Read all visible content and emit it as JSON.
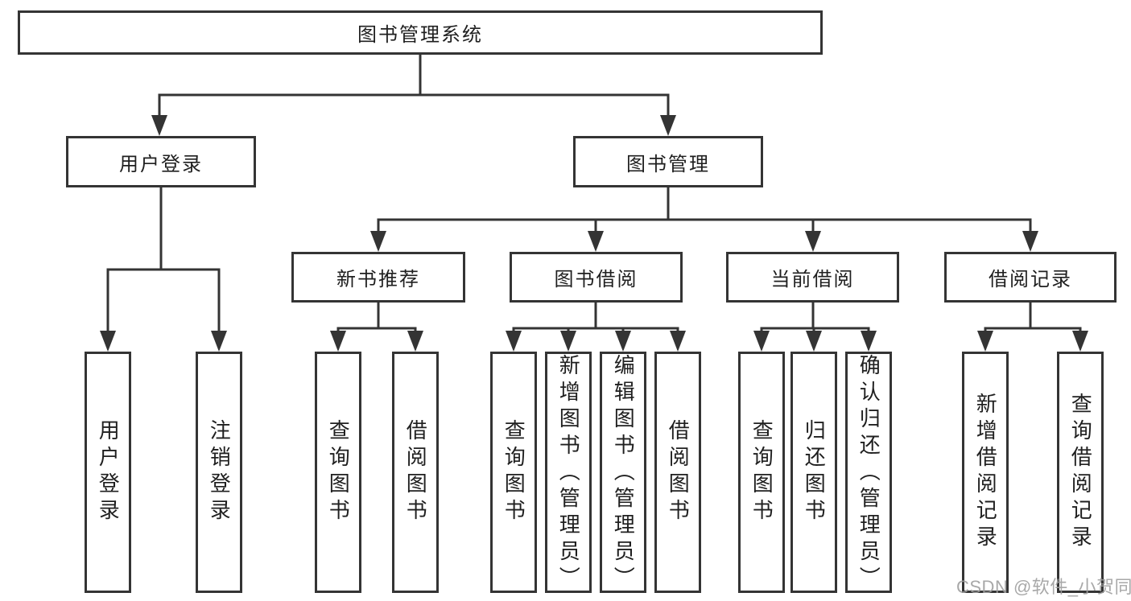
{
  "diagram": {
    "root": "图书管理系统",
    "branches": [
      {
        "label": "用户登录",
        "leaves": [
          "用户登录",
          "注销登录"
        ]
      },
      {
        "label": "图书管理",
        "groups": [
          {
            "label": "新书推荐",
            "leaves": [
              "查询图书",
              "借阅图书"
            ]
          },
          {
            "label": "图书借阅",
            "leaves": [
              "查询图书",
              "新增图书（管理员）",
              "编辑图书（管理员）",
              "借阅图书"
            ]
          },
          {
            "label": "当前借阅",
            "leaves": [
              "查询图书",
              "归还图书",
              "确认归还（管理员）"
            ]
          },
          {
            "label": "借阅记录",
            "leaves": [
              "新增借阅记录",
              "查询借阅记录"
            ]
          }
        ]
      }
    ]
  },
  "colors": {
    "line": "#343434",
    "text": "#1f1f1f",
    "watermark": "#9e9e9e"
  },
  "watermark": "CSDN @软件_小贺同学"
}
